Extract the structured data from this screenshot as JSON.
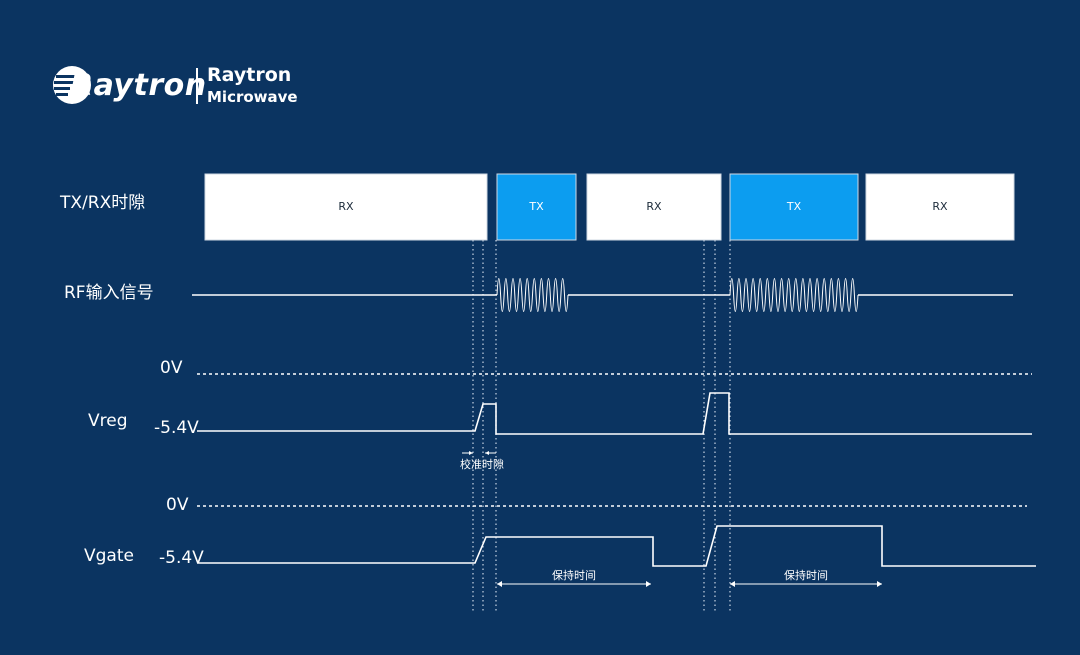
{
  "brand": {
    "wordmark": "Raytron",
    "line1": "Raytron",
    "line2": "Microwave"
  },
  "rows": {
    "txrx": "TX/RX时隙",
    "rf": "RF输入信号",
    "vreg": "Vreg",
    "vgate": "Vgate"
  },
  "slots": [
    {
      "label": "RX",
      "type": "rx"
    },
    {
      "label": "TX",
      "type": "tx"
    },
    {
      "label": "RX",
      "type": "rx"
    },
    {
      "label": "TX",
      "type": "tx"
    },
    {
      "label": "RX",
      "type": "rx"
    }
  ],
  "levels": {
    "zero_vreg": "0V",
    "neg_vreg": "-5.4V",
    "zero_vgate": "0V",
    "neg_vgate": "-5.4V"
  },
  "annotations": {
    "calibration": "校准时隙",
    "hold1": "保持时间",
    "hold2": "保持时间"
  },
  "colors": {
    "background": "#0b3461",
    "rx_fill": "#ffffff",
    "tx_fill": "#0c9df0",
    "line": "#ffffff"
  }
}
